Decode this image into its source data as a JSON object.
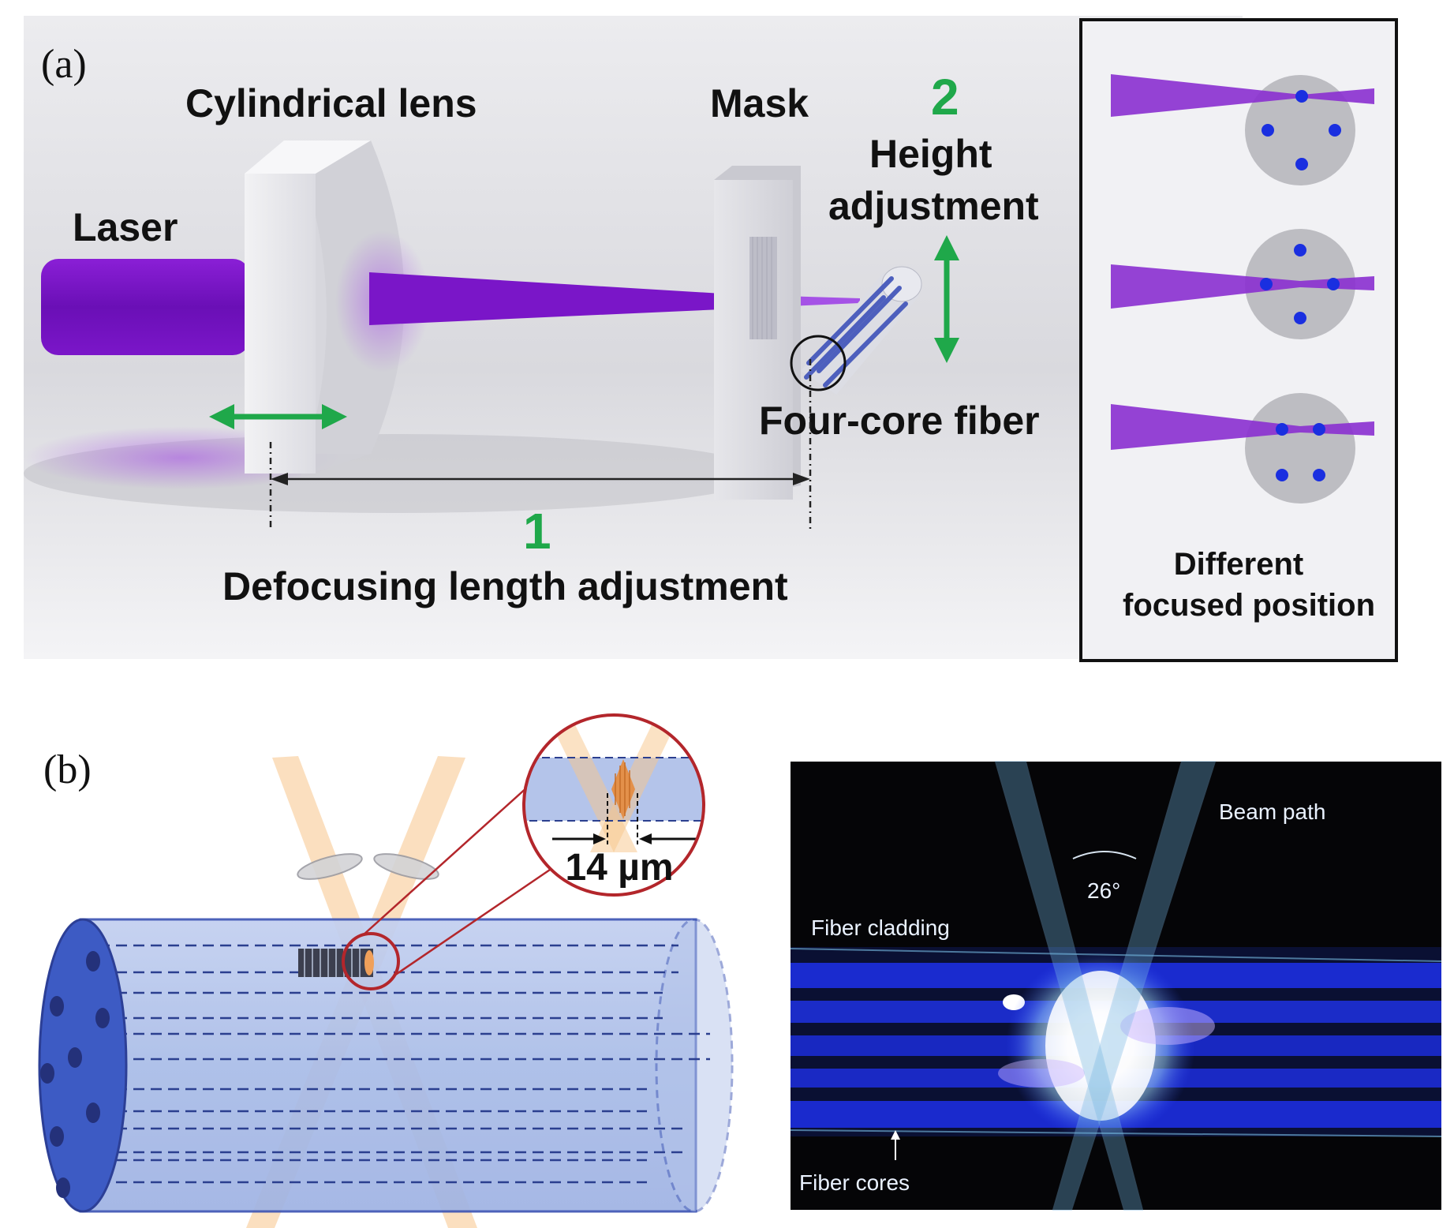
{
  "panel_a": {
    "label": "(a)",
    "laser": "Laser",
    "cylindrical_lens": "Cylindrical lens",
    "mask": "Mask",
    "step1_number": "1",
    "step1_label": "Defocusing length adjustment",
    "step2_number": "2",
    "step2_label_line1": "Height",
    "step2_label_line2": "adjustment",
    "fiber_label": "Four-core fiber",
    "inset_caption_line1": "Different",
    "inset_caption_line2": "focused position"
  },
  "panel_b": {
    "label": "(b)",
    "zoom_measurement": "14 µm",
    "photo": {
      "beam_path": "Beam path",
      "angle": "26°",
      "fiber_cladding": "Fiber cladding",
      "fiber_cores": "Fiber cores"
    }
  },
  "colors": {
    "laser_purple": "#7a12c8",
    "arrow_green": "#1fa84a",
    "fiber_blue": "#aabde9",
    "core_dot_blue": "#1a2fe0",
    "beam_orange": "#f7c58a",
    "zoom_red": "#b3262b"
  }
}
